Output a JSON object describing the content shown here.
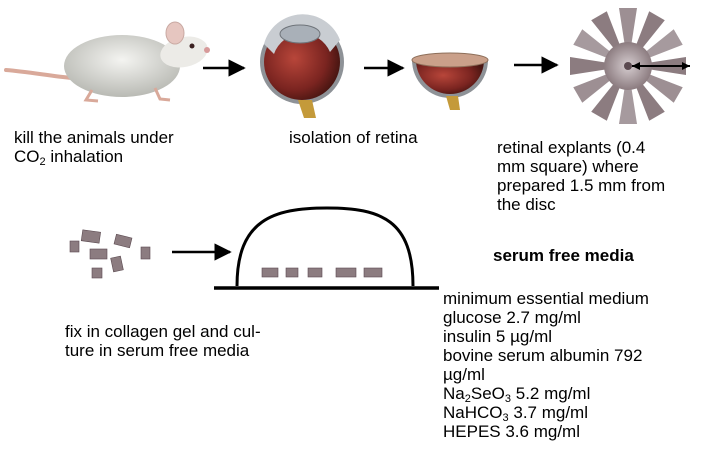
{
  "steps": {
    "kill_line1": "kill the animals under",
    "kill_line2_prefix": "CO",
    "kill_line2_sub": "2",
    "kill_line2_suffix": " inhalation",
    "isolation": "isolation of retina",
    "explants_lines": [
      "retinal explants (0.4",
      "mm square) where",
      "prepared 1.5 mm from",
      "the disc"
    ],
    "fix_lines": [
      "fix in collagen gel and cul-",
      "ture in serum free media"
    ]
  },
  "media": {
    "title": "serum free media",
    "items": [
      {
        "pre": "minimum essential medium",
        "sub1": "",
        "mid": "",
        "sub2": "",
        "post": ""
      },
      {
        "pre": "glucose 2.7 mg/ml",
        "sub1": "",
        "mid": "",
        "sub2": "",
        "post": ""
      },
      {
        "pre": "insulin 5 µg/ml",
        "sub1": "",
        "mid": "",
        "sub2": "",
        "post": ""
      },
      {
        "pre": "bovine serum albumin 792",
        "sub1": "",
        "mid": "",
        "sub2": "",
        "post": ""
      },
      {
        "pre": "µg/ml",
        "sub1": "",
        "mid": "",
        "sub2": "",
        "post": ""
      },
      {
        "pre": "Na",
        "sub1": "2",
        "mid": "SeO",
        "sub2": "3",
        "post": "  5.2 mg/ml"
      },
      {
        "pre": "NaHCO",
        "sub1": "3",
        "mid": "",
        "sub2": "",
        "post": "  3.7 mg/ml"
      },
      {
        "pre": "HEPES    3.6 mg/ml",
        "sub1": "",
        "mid": "",
        "sub2": "",
        "post": ""
      }
    ]
  },
  "colors": {
    "line": "#000000",
    "rat_fur": "#e8e8e4",
    "rat_shade": "#b9bab4",
    "rat_tail": "#d9a99a",
    "eye_red": "#8e2a24",
    "eye_dark": "#5a1a16",
    "eye_gold": "#c49a3a",
    "eye_gray": "#9a9ea3",
    "explant_gray": "#8c7c80",
    "explant_dark": "#5b4a50"
  }
}
